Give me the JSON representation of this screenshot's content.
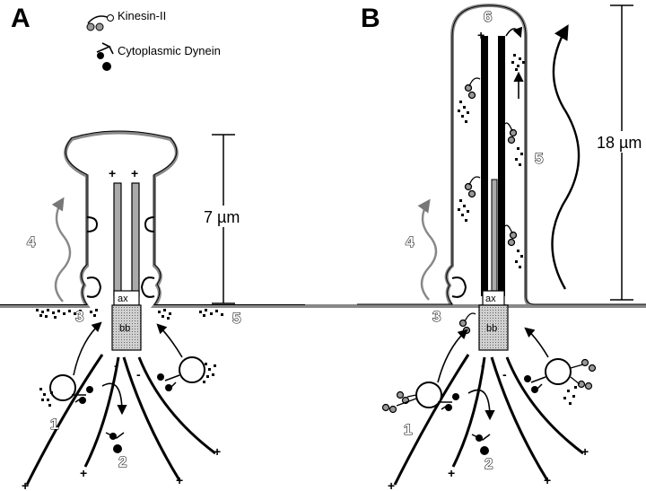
{
  "panels": {
    "a": {
      "label": "A",
      "scale": "7 µm"
    },
    "b": {
      "label": "B",
      "scale": "18 µm"
    }
  },
  "legend": {
    "kinesin": "Kinesin-II",
    "dynein": "Cytoplasmic Dynein"
  },
  "labels": {
    "axoneme": "ax",
    "basal_body": "bb",
    "plus": "+",
    "minus": "-"
  },
  "steps": {
    "s1": "1",
    "s2": "2",
    "s3": "3",
    "s4": "4",
    "s5": "5",
    "s6": "6"
  }
}
